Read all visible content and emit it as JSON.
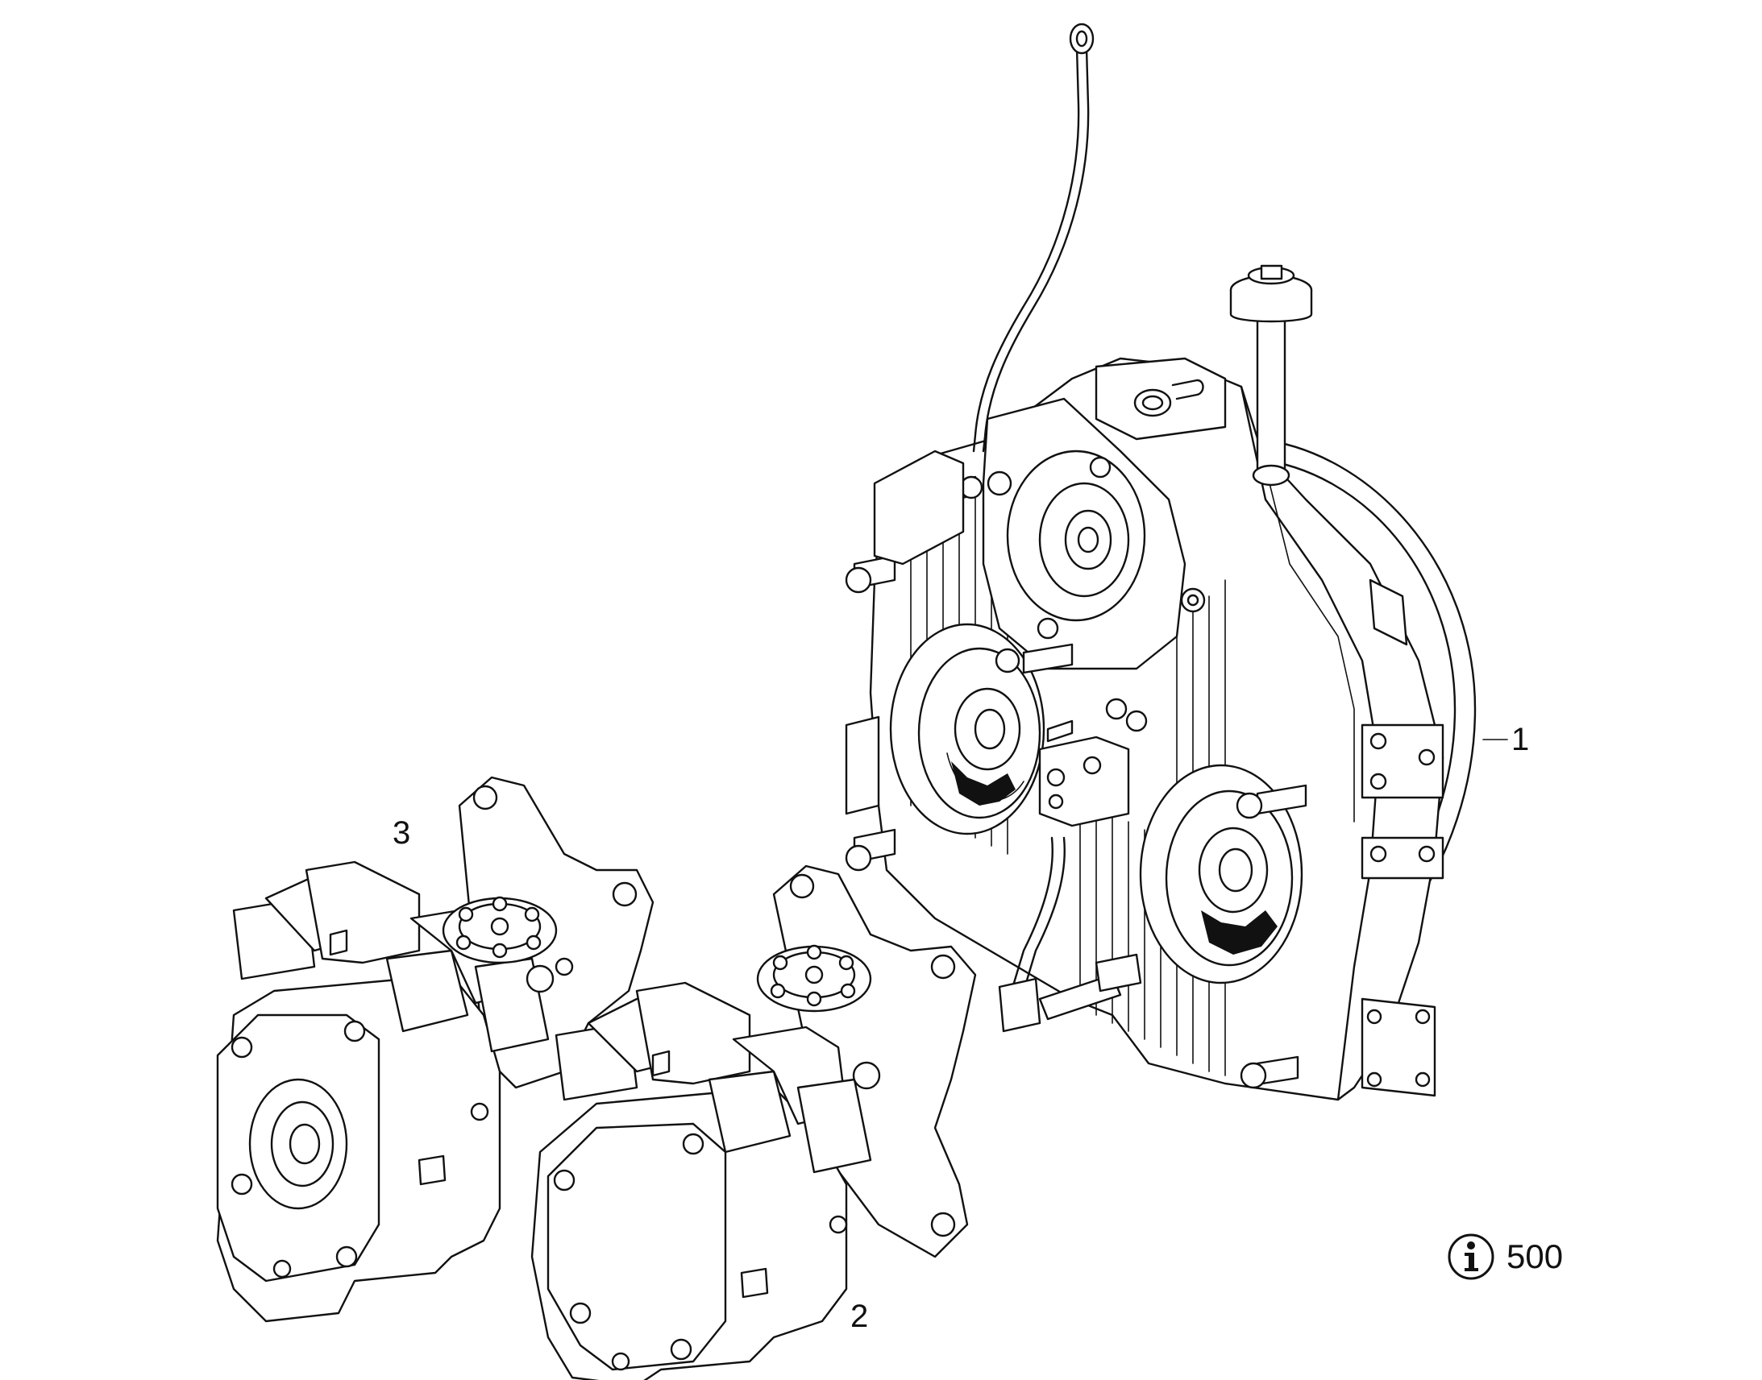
{
  "callouts": {
    "item_1": "1",
    "item_2": "2",
    "item_3": "3"
  },
  "info_reference": {
    "icon": "info-icon",
    "value": "500"
  },
  "colors": {
    "line": "#111111",
    "background": "#ffffff"
  }
}
